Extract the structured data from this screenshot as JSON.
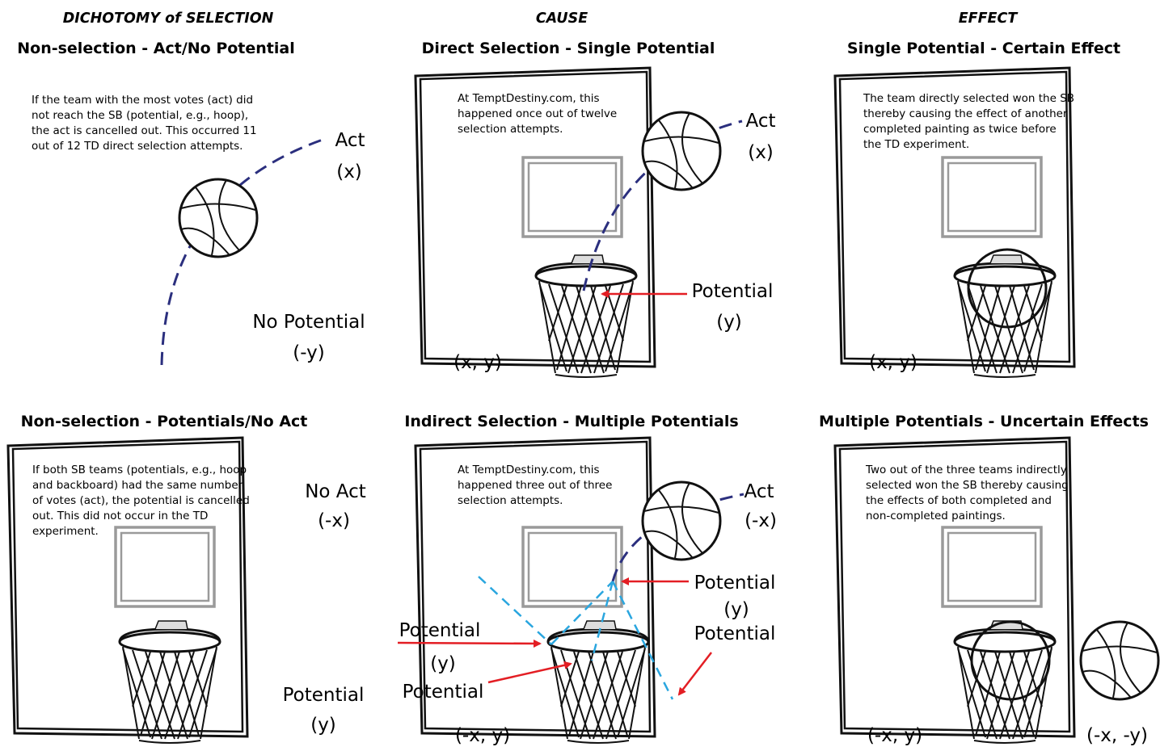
{
  "headers": {
    "left": "DICHOTOMY of  SELECTION",
    "middle": "CAUSE",
    "right": "EFFECT"
  },
  "panels": {
    "p1": {
      "title": "Non-selection - Act/No Potential",
      "note": [
        "If the team with the most votes (act) did",
        "not reach the SB (potential,  e.g.,  hoop),",
        "the act is cancelled out. This occurred 11",
        "out of 12 TD direct selection attempts."
      ],
      "act": "Act",
      "act_sym": "(x)",
      "pot": "No Potential",
      "pot_sym": "(-y)"
    },
    "p2": {
      "title": "Direct Selection - Single Potential",
      "note": [
        "At TemptDestiny.com, this",
        "happened once out of twelve",
        "selection attempts."
      ],
      "act": "Act",
      "act_sym": "(x)",
      "pot": "Potential",
      "pot_sym": "(y)",
      "coord": "(x, y)"
    },
    "p3": {
      "title": "Single Potential - Certain Effect",
      "note": [
        "The team directly selected won the SB",
        "thereby causing the effect of another",
        "completed painting as twice before",
        "the TD experiment."
      ],
      "coord": "(x, y)"
    },
    "p4": {
      "title": "Non-selection - Potentials/No Act",
      "note": [
        "If both SB teams (potentials, e.g., hoop",
        "and backboard) had the same number",
        "of votes (act),  the potential is cancelled",
        "out. This did not occur in the TD",
        "experiment."
      ],
      "act": "No Act",
      "act_sym": "(-x)",
      "pot": "Potential",
      "pot_sym": "(y)"
    },
    "p5": {
      "title": "Indirect Selection - Multiple Potentials",
      "note": [
        "At TemptDestiny.com, this",
        "happened three out of three",
        "selection attempts."
      ],
      "act": "Act",
      "act_sym": "(-x)",
      "pot_a": "Potential",
      "pot_a_sym": "(y)",
      "pot_b": "Potential",
      "pot_c": "Potential",
      "pot_c_sym": "(y)",
      "pot_d": "Potential",
      "coord": "(-x, y)"
    },
    "p6": {
      "title": "Multiple Potentials - Uncertain Effects",
      "note": [
        "Two out of the three teams indirectly",
        "selected won the SB thereby causing",
        "the effects of both completed and",
        "non-completed paintings."
      ],
      "coord_a": "(-x, y)",
      "coord_b": "(-x, -y)"
    }
  },
  "colors": {
    "ink": "#111111",
    "dashed_path": "#2b2f7e",
    "dashed_alt": "#2aa6df",
    "arrow": "#e31e24",
    "inner_frame": "#9a9a9a"
  }
}
